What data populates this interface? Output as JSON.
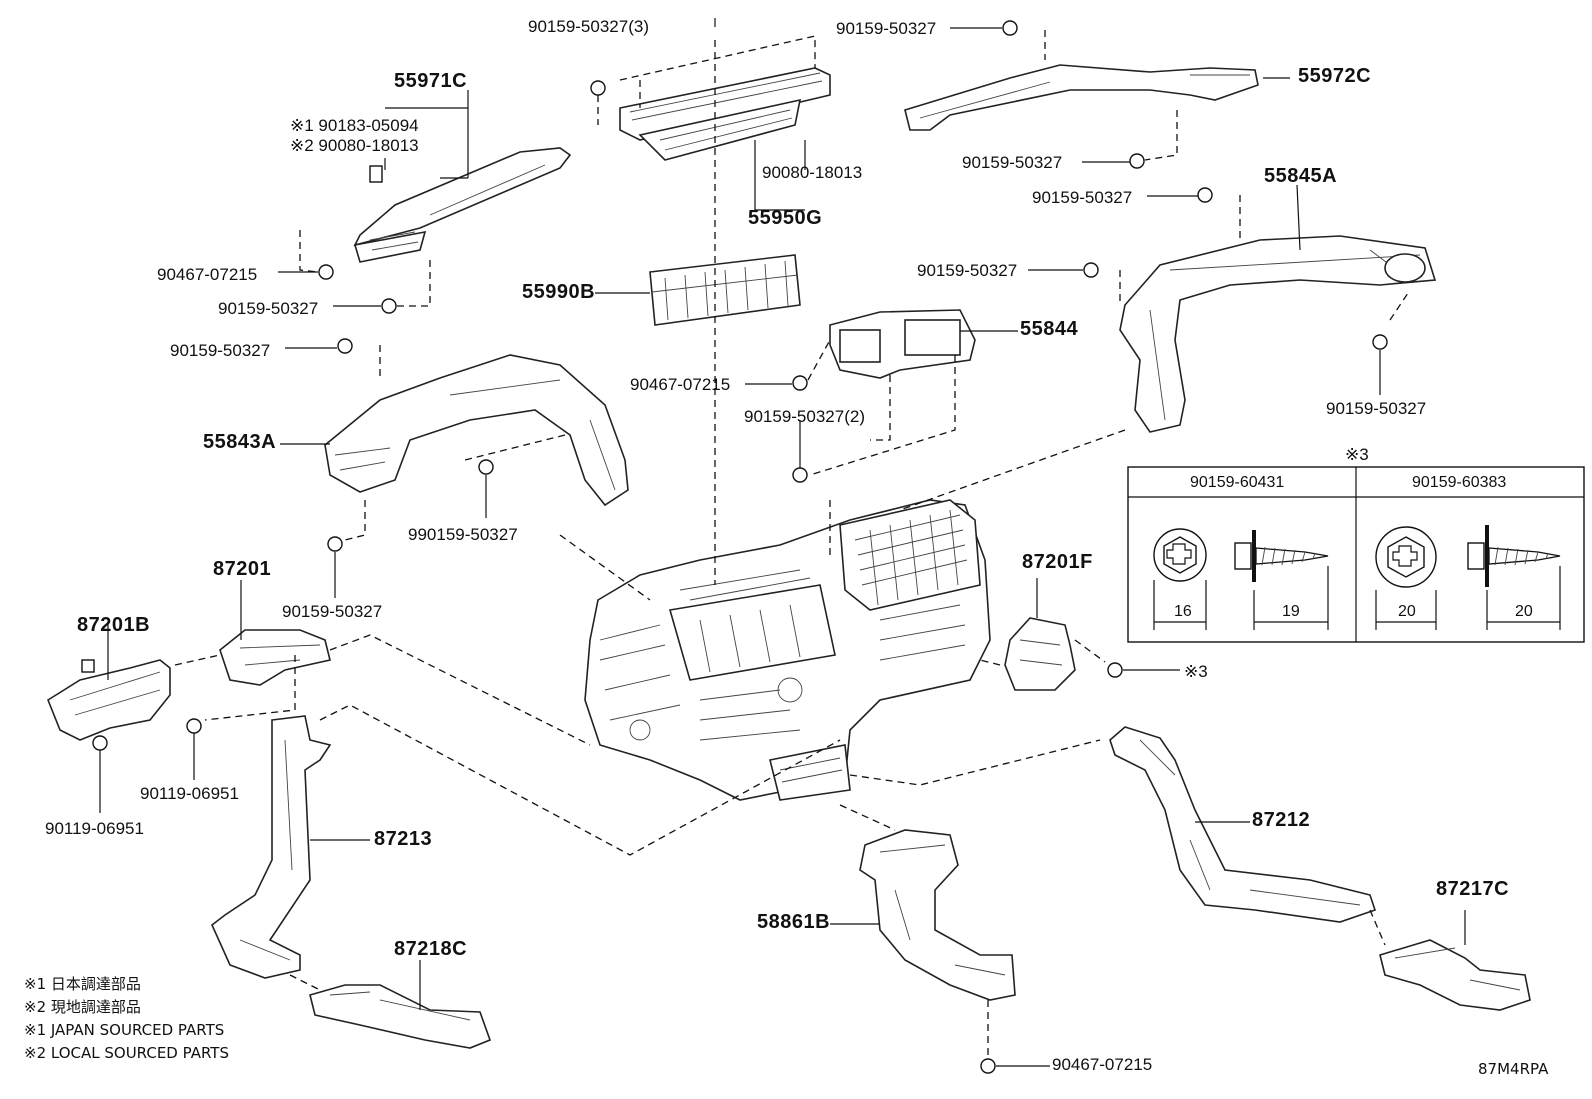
{
  "diagram_code": "87M4RPA",
  "parts": {
    "p55971C": "55971C",
    "p55950G": "55950G",
    "p55990B": "55990B",
    "p55972C": "55972C",
    "p55845A": "55845A",
    "p55844": "55844",
    "p55843A": "55843A",
    "p87201": "87201",
    "p87201B": "87201B",
    "p87201F": "87201F",
    "p87213": "87213",
    "p87212": "87212",
    "p87218C": "87218C",
    "p87217C": "87217C",
    "p58861B": "58861B"
  },
  "fasteners": {
    "f_top_3": "90159-50327(3)",
    "f_top_right": "90159-50327",
    "f_55971_1": "※1 90183-05094",
    "f_55971_2": "※2 90080-18013",
    "f_55950": "90080-18013",
    "f_55972_b": "90159-50327",
    "f_55845_top": "90159-50327",
    "f_55844_left": "90159-50327",
    "f_left_a": "90467-07215",
    "f_left_b": "90159-50327",
    "f_left_c": "90159-50327",
    "f_mid_a": "90467-07215",
    "f_mid_b": "90159-50327(2)",
    "f_55845_right": "90159-50327",
    "f_55843_low": "990159-50327",
    "f_87201": "90159-50327",
    "f_87201b_a": "90119-06951",
    "f_87201b_b": "90119-06951",
    "f_87201f": "※3",
    "f_bottom": "90467-07215"
  },
  "table": {
    "mark": "※3",
    "col1_part": "90159-60431",
    "col2_part": "90159-60383",
    "col1_head_dim": "16",
    "col1_len_dim": "19",
    "col2_head_dim": "20",
    "col2_len_dim": "20"
  },
  "notes": {
    "n1": "※1 日本調達部品",
    "n2": "※2 現地調達部品",
    "n3": "※1 JAPAN SOURCED PARTS",
    "n4": "※2 LOCAL SOURCED PARTS"
  }
}
